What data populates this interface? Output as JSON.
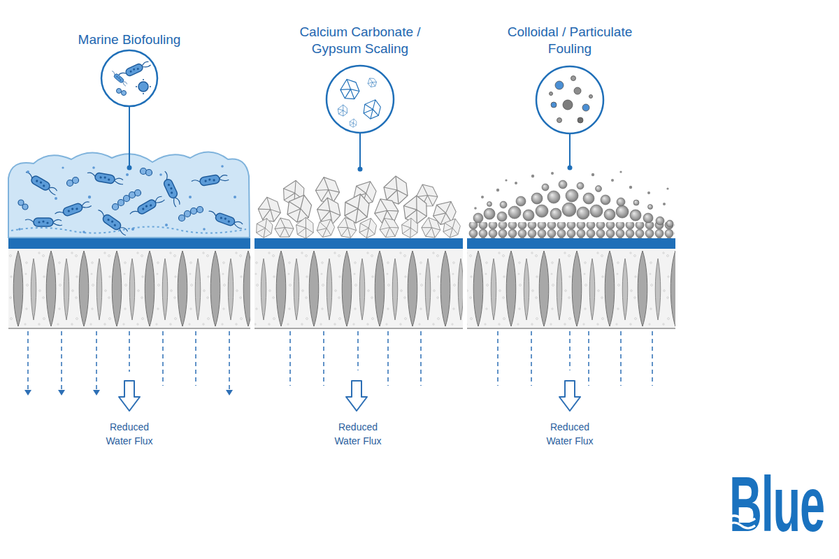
{
  "diagram": {
    "labels": [
      "Marine Biofouling",
      "Calcium Carbonate / Gypsum Scaling",
      "Colloidal / Particulate Fouling",
      "Reduced Water Flux",
      "Reduced Water Flux",
      "Reduced Water Flux",
      "Blue"
    ]
  }
}
